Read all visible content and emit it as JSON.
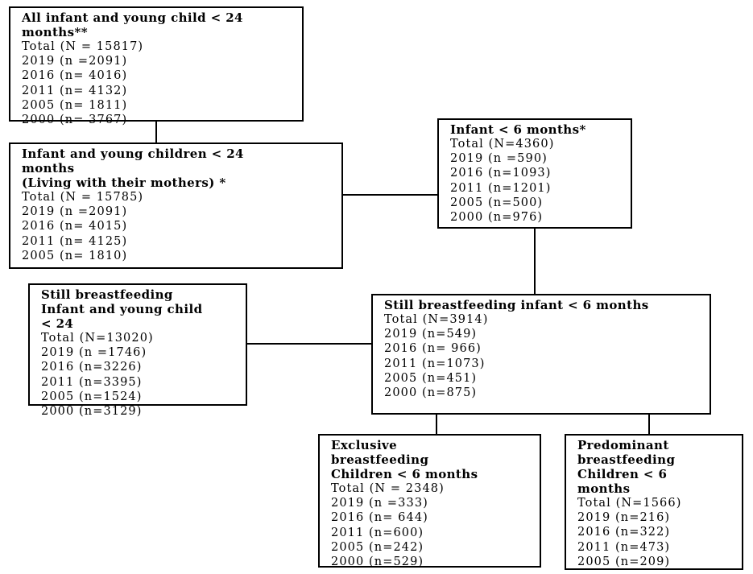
{
  "boxes": {
    "all_under24": {
      "title": "All infant and young child < 24 months**",
      "lines": [
        "Total (N = 15817)",
        "2019 (n =2091)",
        "2016 (n= 4016)",
        "2011 (n= 4132)",
        "2005 (n= 1811)",
        "2000 (n= 3767)"
      ]
    },
    "living_under24": {
      "title": "Infant and young children < 24\nmonths\n(Living with their mothers) *",
      "lines": [
        "Total (N = 15785)",
        "2019 (n =2091)",
        "2016 (n= 4015)",
        "2011 (n= 4125)",
        "2005 (n= 1810)"
      ]
    },
    "infant_under6": {
      "title": "Infant < 6 months*",
      "lines": [
        "Total (N=4360)",
        "2019 (n =590)",
        "2016 (n=1093)",
        "2011 (n=1201)",
        "2005 (n=500)",
        "2000 (n=976)"
      ]
    },
    "still_bf_under24": {
      "title": "Still breastfeeding\nInfant and young child\n< 24",
      "lines": [
        "Total (N=13020)",
        "2019 (n =1746)",
        "2016 (n=3226)",
        "2011 (n=3395)",
        "2005 (n=1524)",
        "2000 (n=3129)"
      ]
    },
    "still_bf_under6": {
      "title": "Still breastfeeding infant < 6 months",
      "lines": [
        "Total (N=3914)",
        "2019 (n=549)",
        "2016 (n= 966)",
        "2011 (n=1073)",
        "2005 (n=451)",
        "2000 (n=875)"
      ]
    },
    "exclusive_bf": {
      "title": "Exclusive\nbreastfeeding\nChildren < 6 months",
      "lines": [
        "Total (N = 2348)",
        "2019 (n =333)",
        "2016 (n= 644)",
        "2011 (n=600)",
        "2005 (n=242)",
        "2000 (n=529)"
      ]
    },
    "predominant_bf": {
      "title": "Predominant\nbreastfeeding\nChildren < 6\nmonths",
      "lines": [
        "Total (N=1566)",
        "2019 (n=216)",
        "2016 (n=322)",
        "2011 (n=473)",
        "2005 (n=209)"
      ]
    }
  }
}
